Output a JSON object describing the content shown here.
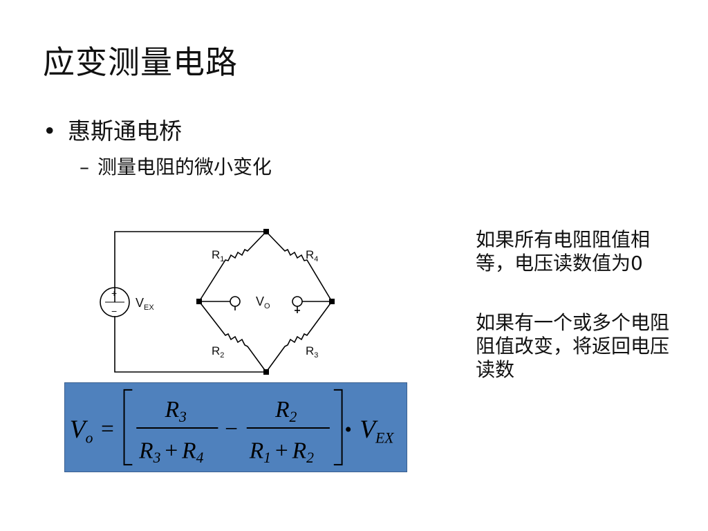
{
  "slide": {
    "title": "应变测量电路",
    "bullet": "惠斯通电桥",
    "bullet_marker": "•",
    "sub_bullet": "测量电阻的微小变化",
    "sub_marker": "–",
    "notes": [
      "如果所有电阻阻值相等，电压读数值为0",
      "如果有一个或多个电阻阻值改变，将返回电压读数"
    ]
  },
  "circuit": {
    "labels": {
      "r1": "R",
      "r1_sub": "1",
      "r2": "R",
      "r2_sub": "2",
      "r3": "R",
      "r3_sub": "3",
      "r4": "R",
      "r4_sub": "4",
      "vo": "V",
      "vo_sub": "O",
      "vex": "V",
      "vex_sub": "EX",
      "plus": "+",
      "minus": "−"
    }
  },
  "formula": {
    "lhs": "V",
    "lhs_sub": "o",
    "eq": "=",
    "n1": "R",
    "n1_sub": "3",
    "d1a": "R",
    "d1a_sub": "3",
    "d1b": "R",
    "d1b_sub": "4",
    "minus": "−",
    "n2": "R",
    "n2_sub": "2",
    "d2a": "R",
    "d2a_sub": "1",
    "d2b": "R",
    "d2b_sub": "2",
    "plus": "+",
    "dot": "•",
    "rhs": "V",
    "rhs_sub": "EX",
    "colors": {
      "background": "#4f81bd"
    }
  }
}
